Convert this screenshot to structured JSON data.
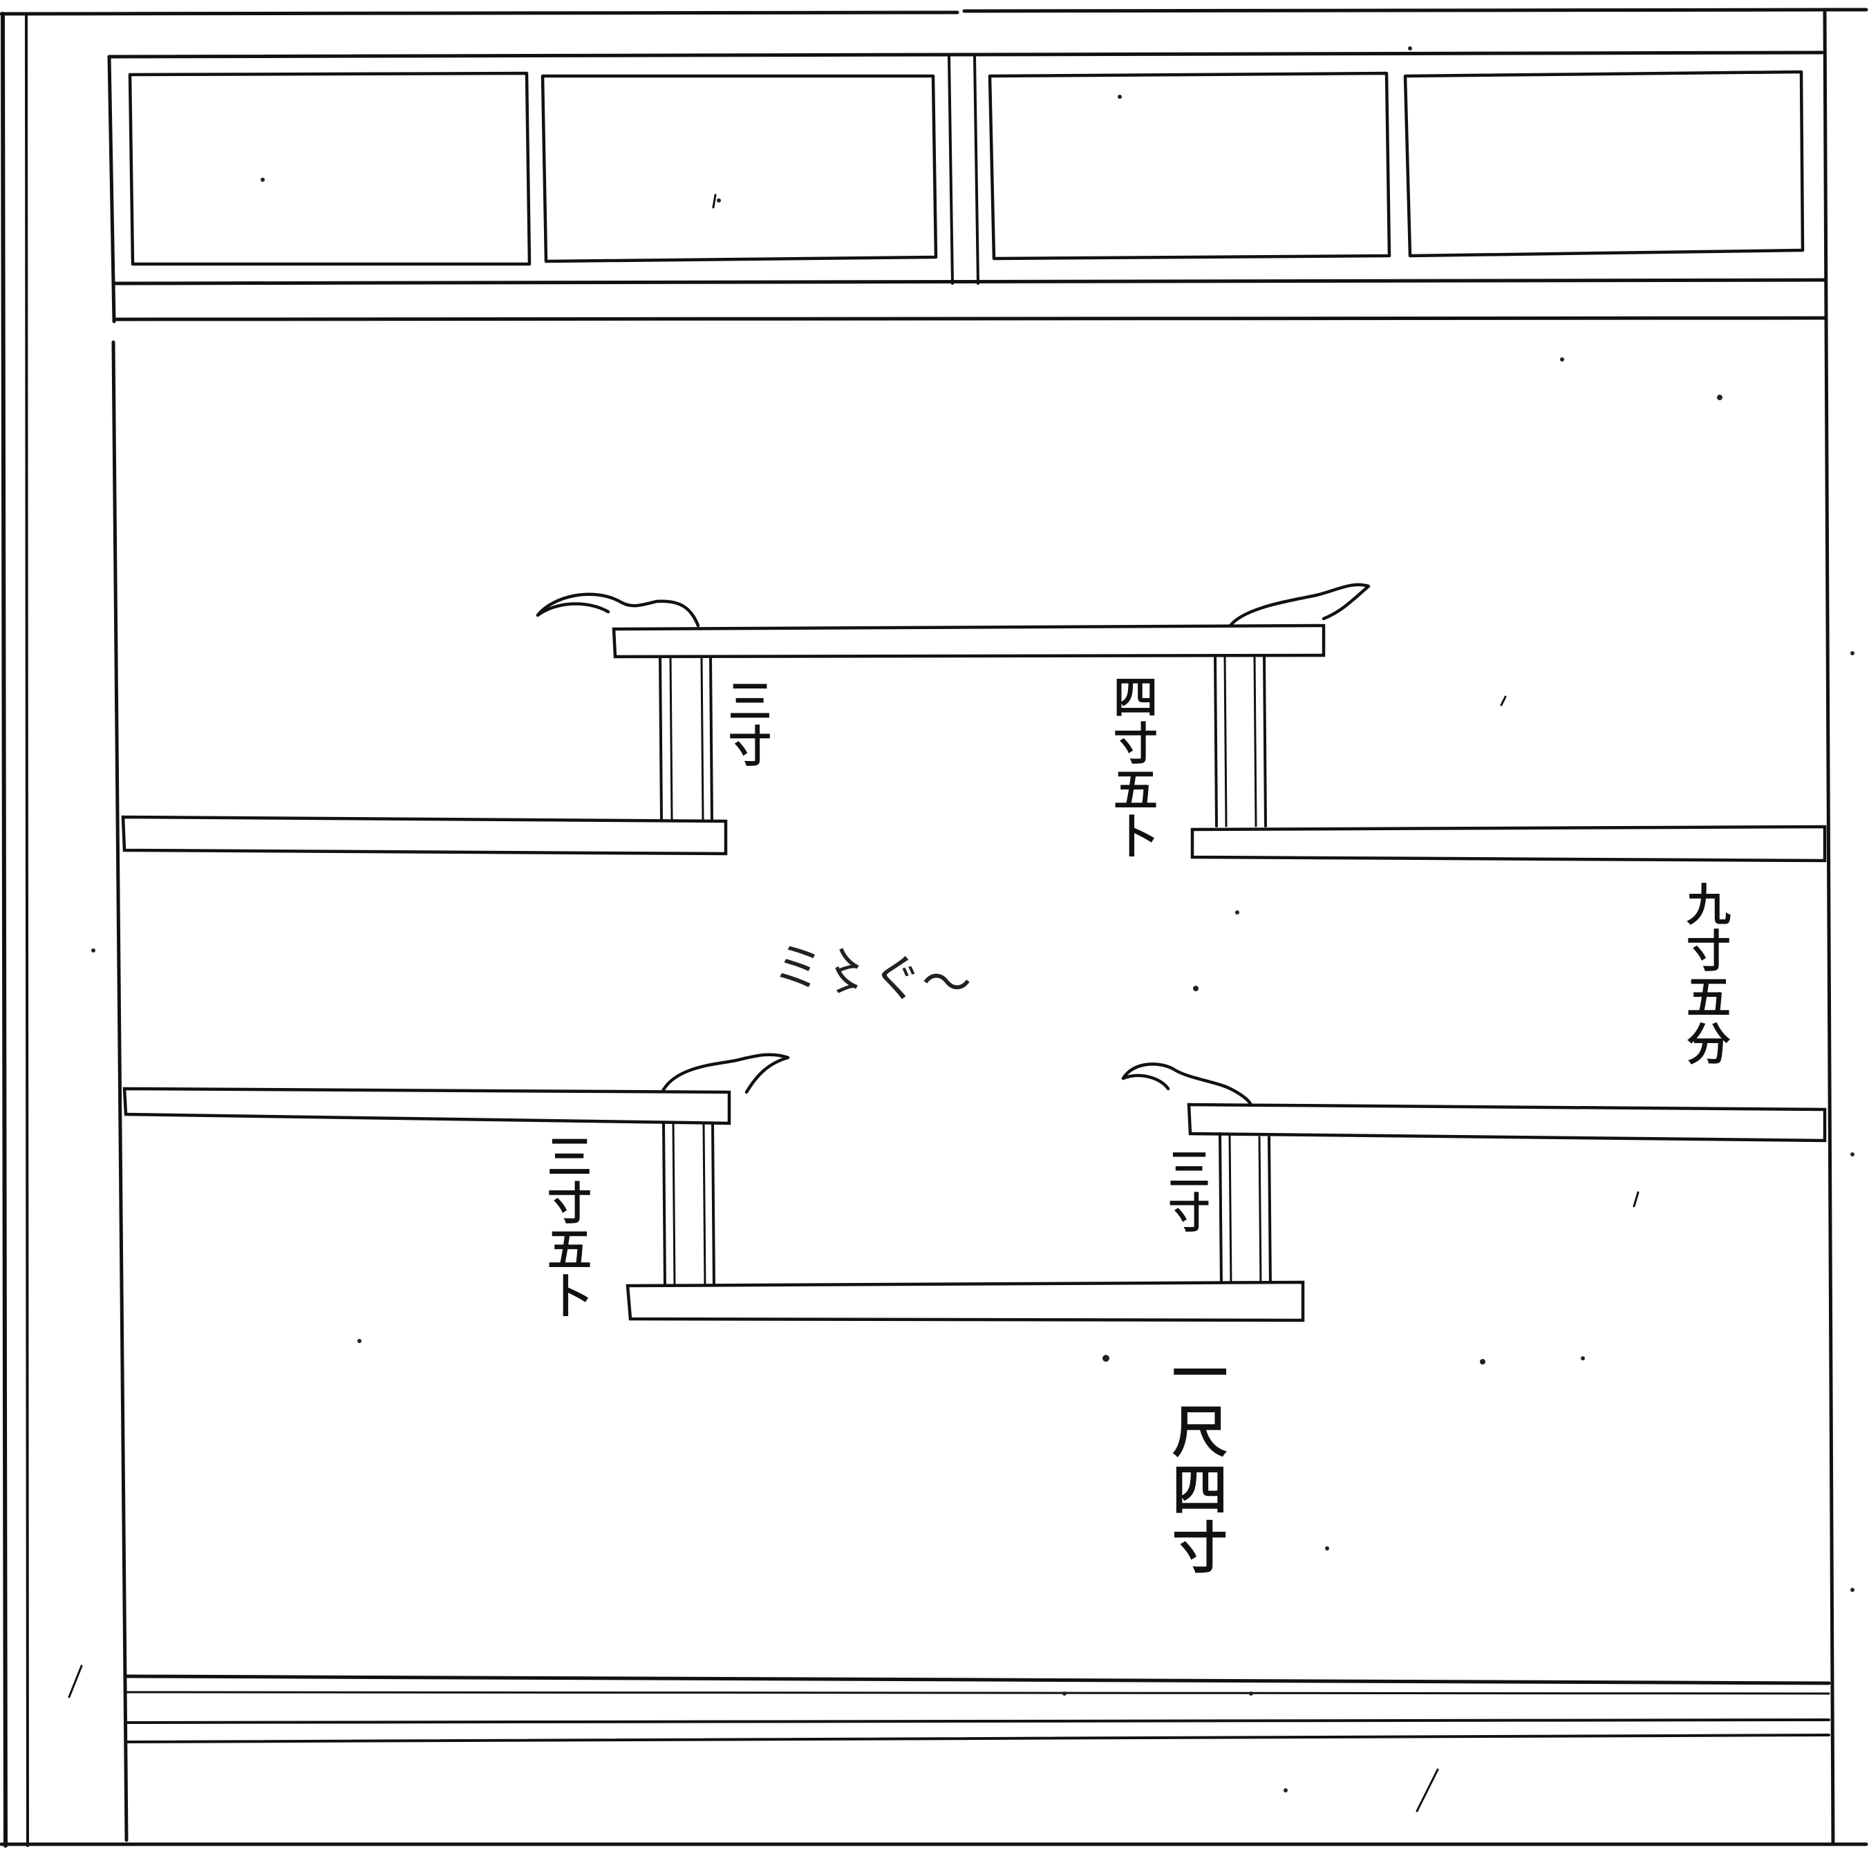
{
  "title": "",
  "annotations": {
    "upper_left_post": "三寸",
    "upper_right_post": "四寸五卜",
    "right_shelf_gap": "九寸五分",
    "center_mark": "ミ〻ぐ〜",
    "lower_left_post": "三寸五卜",
    "lower_right_post": "三寸",
    "bottom_length": "一尺四寸"
  }
}
